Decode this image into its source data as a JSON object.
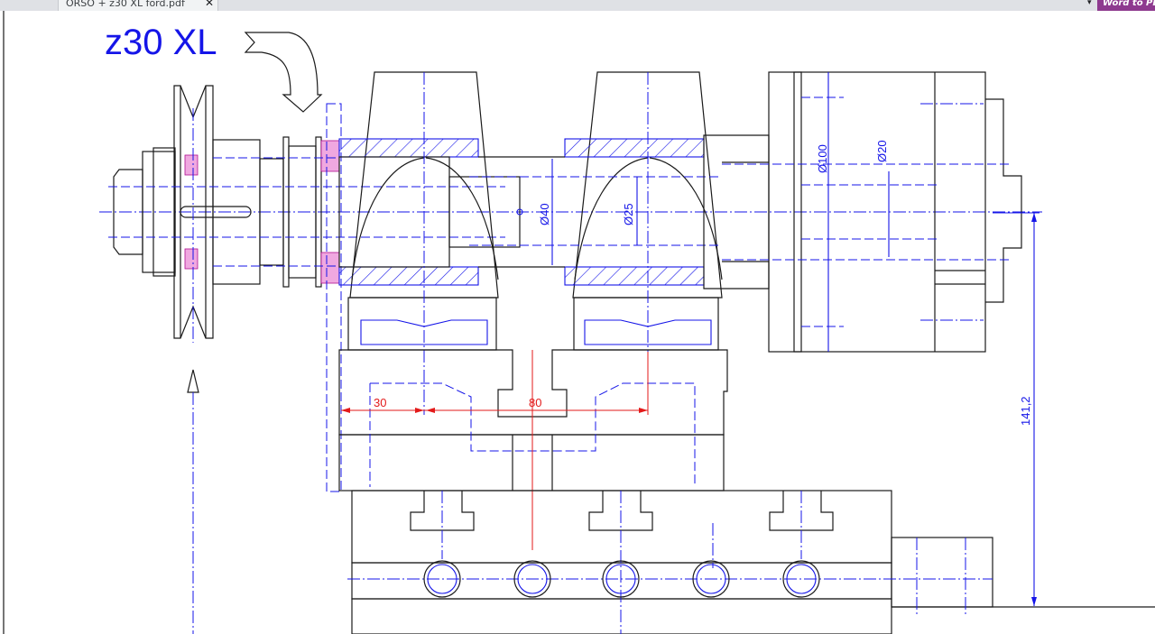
{
  "browser": {
    "tab_title": "ORSO + z30 XL ford.pdf",
    "tab_close": "✕",
    "extension_label": "Word to PDF",
    "menu_caret": "▾"
  },
  "drawing": {
    "title": "z30 XL",
    "dims": {
      "d100": "Ø100",
      "d20": "Ø20",
      "d40": "Ø40",
      "d25": "Ø25",
      "h141": "141,2",
      "w30": "30",
      "w80": "80"
    },
    "colors": {
      "line": "#1a1a1a",
      "blue": "#1515e8",
      "red": "#e31a1a",
      "highlight": "#f0a8e0",
      "ext_button": "#8e3a8f"
    }
  }
}
